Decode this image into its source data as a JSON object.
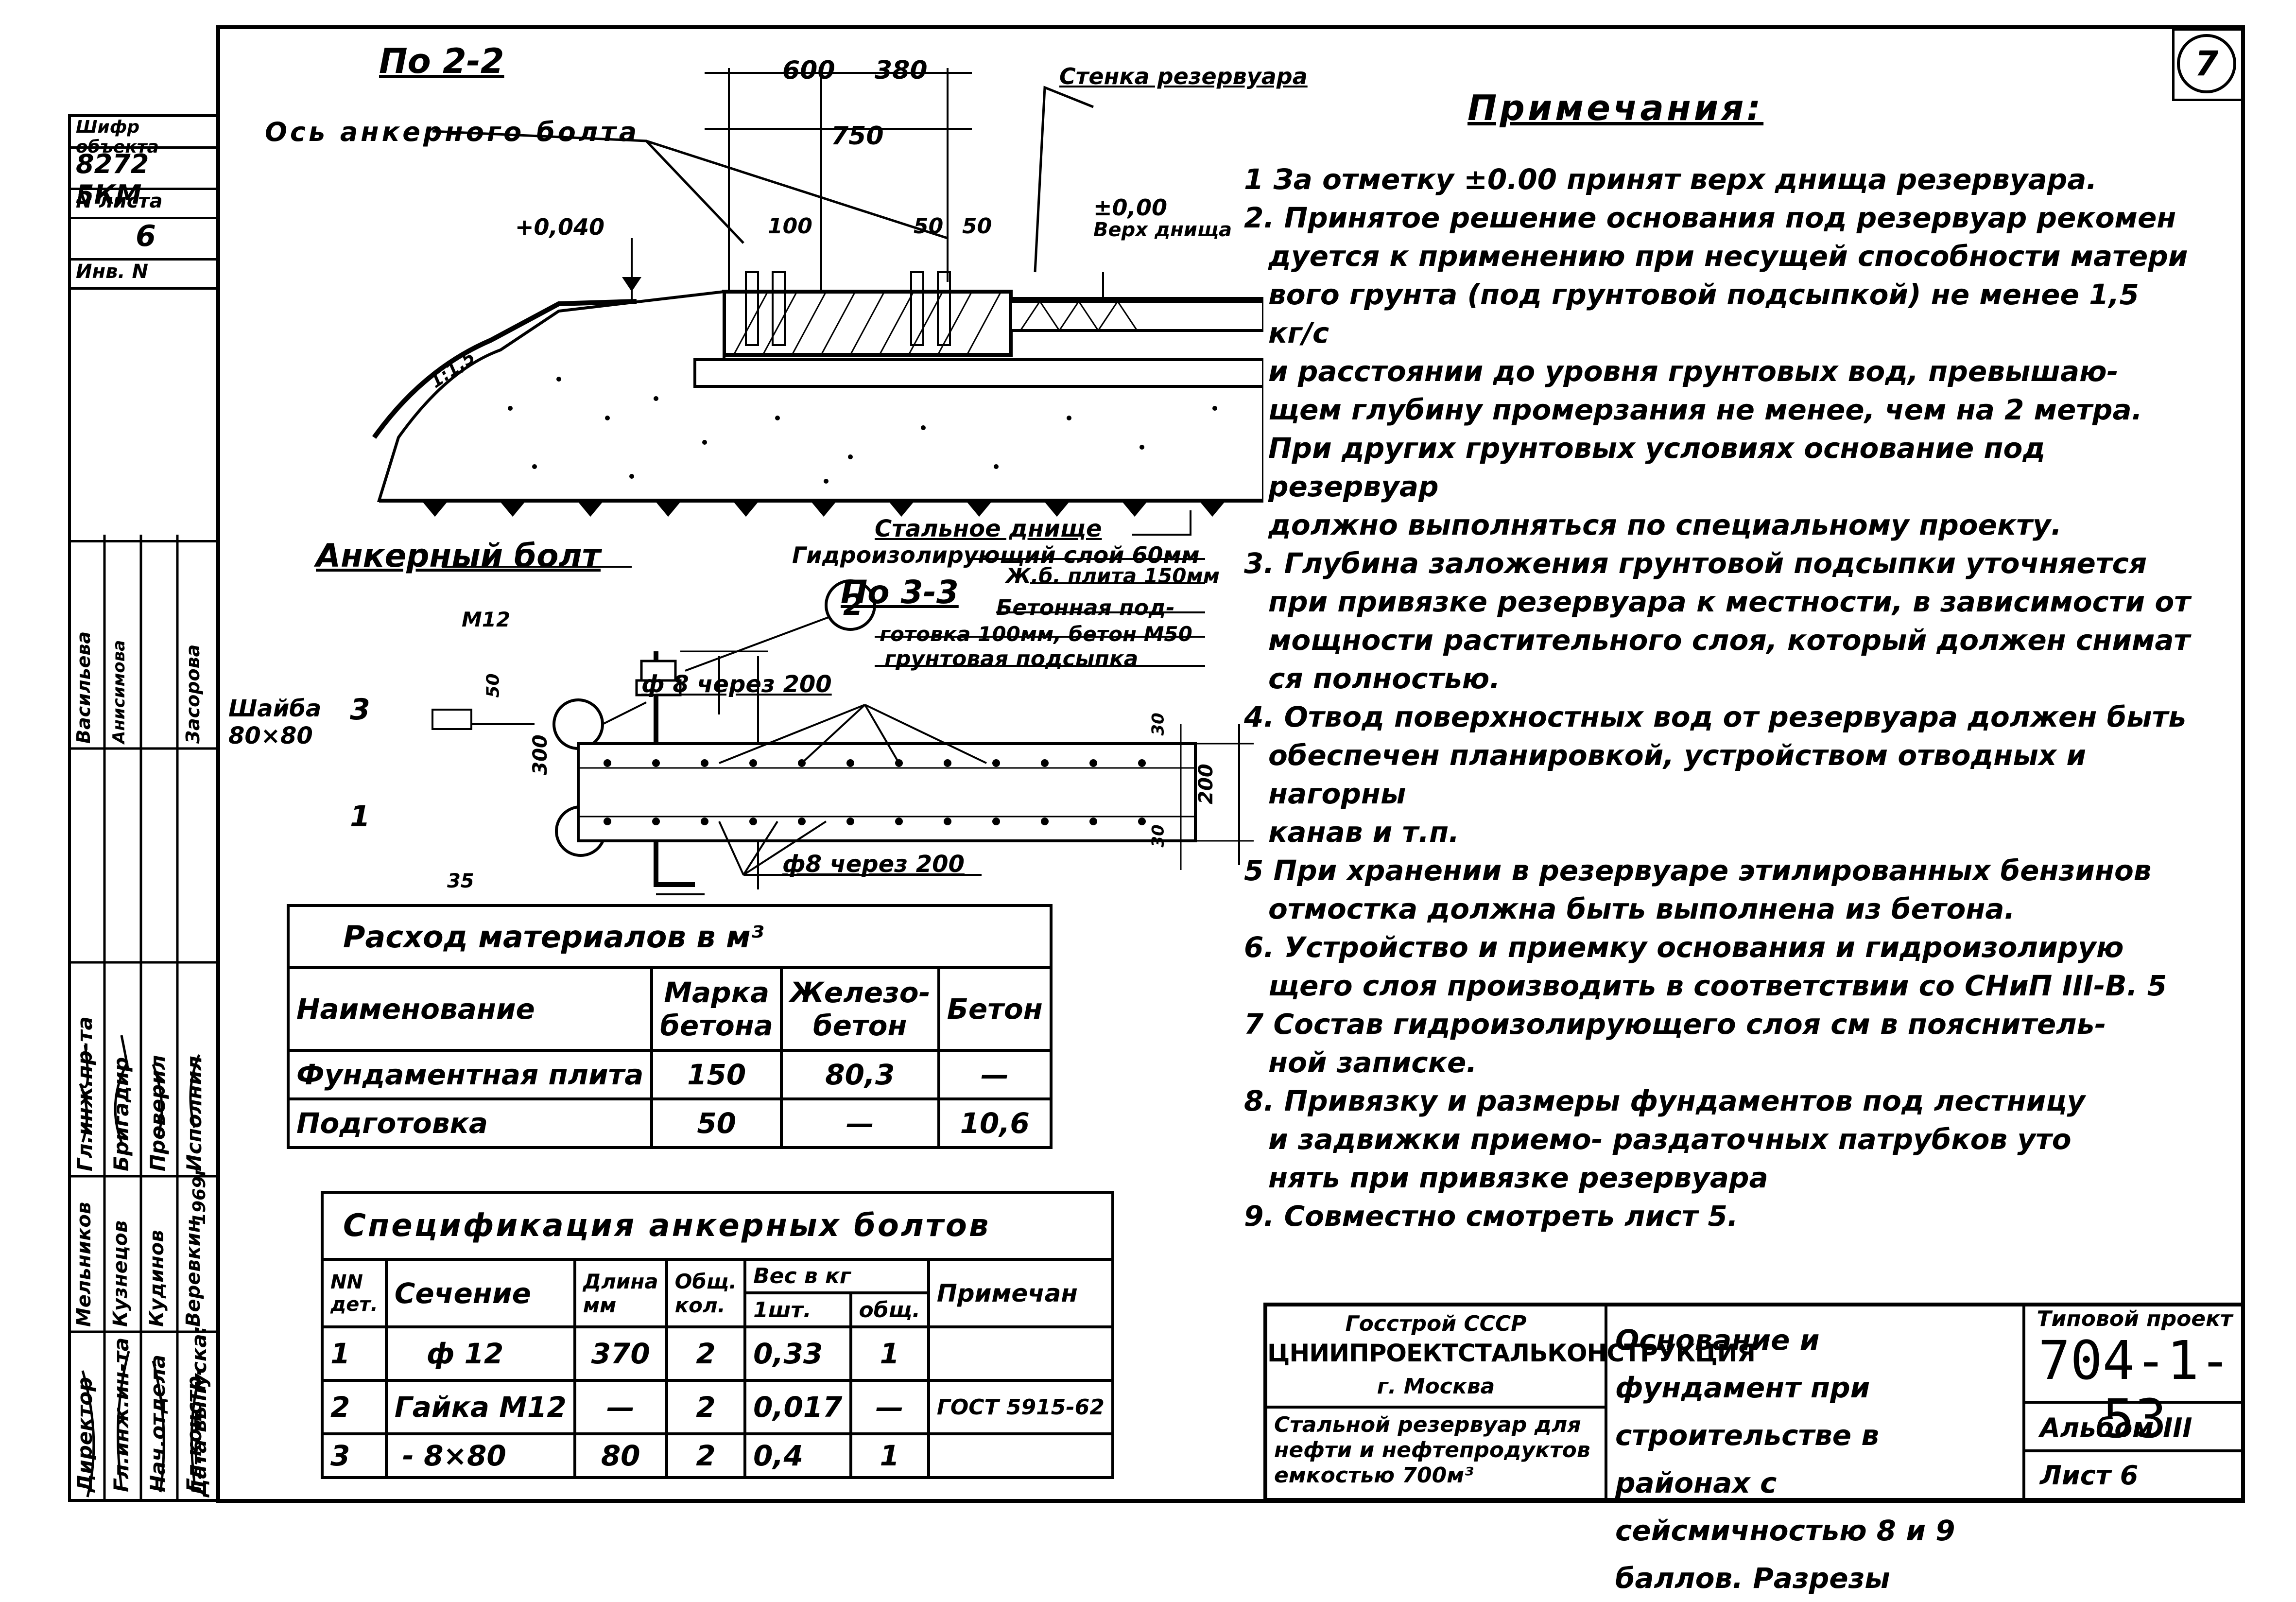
{
  "sheet_number": "7",
  "left_strip": {
    "object_code_label": "Шифр объекта",
    "object_code": "8272 5КМ",
    "sheet_no_label": "N листа",
    "sheet_no": "6",
    "inv_label": "Инв. N",
    "roles": [
      "Директор",
      "Гл.инж.ин-та",
      "Нач.отдела",
      "Гл.констр."
    ],
    "release_label": "Дата выпуска:",
    "roles2": [
      "Гл.инж.пр-та",
      "Бригадир",
      "Проверил",
      "Исполнил"
    ],
    "names": [
      "Мельников",
      "Кузнецов",
      "Кудинов",
      "Веревкин"
    ],
    "names2": [
      "Васильева",
      "Анисимова",
      "Засорова"
    ],
    "year": "1969г"
  },
  "drawing": {
    "section_2_2": "По 2-2",
    "anchor_axis": "Ось анкерного болта",
    "tank_wall": "Стенка резервуара",
    "dim_600": "600",
    "dim_380": "380",
    "dim_750": "750",
    "dim_100": "100",
    "dim_50a": "50",
    "dim_50b": "50",
    "mark_0040": "+0,040",
    "mark_000": "±0,00",
    "bottom_top": "Верх днища",
    "slope": "1:1,5",
    "tank_bottom": "Стальное днище",
    "waterproof_layer": "Гидроизолирующий слой 60мм",
    "rc_slab": "Ж.б. плита 150мм",
    "section_3_3": "По 3-3",
    "concrete_prep": "Бетонная под-",
    "concrete_prep2": "готовка 100мм, бетон М50",
    "soil_fill": "грунтовая подсыпка",
    "anchor_bolt": "Анкерный болт",
    "m12": "М12",
    "washer": "Шайба 80×80",
    "dim_300": "300",
    "dim_50c": "50",
    "dim_35": "35",
    "callout_1": "1",
    "callout_2": "2",
    "callout_3": "3",
    "rebar_top": "ф 8 через 200",
    "rebar_bottom": "ф8 через 200",
    "dim_200": "200",
    "dim_30a": "30",
    "dim_30b": "30"
  },
  "notes_title": "Примечания:",
  "notes": [
    "1 За отметку ±0.00 принят верх днища резервуара.",
    "2. Принятое решение основания под резервуар рекомен",
    "дуется к применению при несущей способности матери",
    "вого грунта (под грунтовой подсыпкой) не менее 1,5 кг/с",
    "и расстоянии до уровня грунтовых вод, превышаю-",
    "щем глубину промерзания не менее, чем на 2 метра.",
    "При других грунтовых условиях основание под резервуар",
    "должно выполняться по специальному проекту.",
    "3. Глубина заложения грунтовой подсыпки уточняется",
    "при привязке резервуара к местности, в зависимости от",
    "мощности растительного слоя, который должен снимат",
    "ся полностью.",
    "4. Отвод поверхностных вод от резервуара должен быть",
    "обеспечен планировкой, устройством отводных и нагорны",
    "канав и т.п.",
    "5 При хранении в резервуаре этилированных бензинов",
    "отмостка должна быть выполнена из бетона.",
    "6. Устройство и приемку основания и гидроизолирую",
    "щего слоя производить в соответствии со СНиП III-В. 5",
    "7 Состав гидроизолирующего слоя см в пояснитель-",
    "ной записке.",
    "8. Привязку и размеры фундаментов под лестницу",
    "и задвижки приемо- раздаточных патрубков уто",
    "нять при привязке резервуара",
    "9. Совместно смотреть лист 5."
  ],
  "materials_table": {
    "title": "Расход материалов в м³",
    "headers": [
      "Наименование",
      "Марка бетона",
      "Железо- бетон",
      "Бетон"
    ],
    "rows": [
      [
        "Фундаментная плита",
        "150",
        "80,3",
        "—"
      ],
      [
        "Подготовка",
        "50",
        "—",
        "10,6"
      ]
    ]
  },
  "bolts_table": {
    "title": "Спецификация анкерных болтов",
    "headers": [
      "NN дет.",
      "Сечение",
      "Длина мм",
      "Общ. кол.",
      "Вес в кг",
      "Примечан"
    ],
    "weight_sub": [
      "1шт.",
      "общ."
    ],
    "rows": [
      [
        "1",
        "ф 12",
        "370",
        "2",
        "0,33",
        "1",
        ""
      ],
      [
        "2",
        "Гайка М12",
        "—",
        "2",
        "0,017",
        "—",
        "ГОСТ 5915-62"
      ],
      [
        "3",
        "- 8×80",
        "80",
        "2",
        "0,4",
        "1",
        ""
      ]
    ]
  },
  "stamp": {
    "org1": "Госстрой СССР",
    "org2": "ЦНИИПРОЕКТСТАЛЬКОНСТРУКЦИЯ",
    "city": "г. Москва",
    "subject": "Стальной резервуар для нефти и нефтепродуктов емкостью 700м³",
    "title": "Основание и фундамент при строительстве в районах с сейсмичностью 8 и 9 баллов. Разрезы",
    "typical_label": "Типовой проект",
    "project_no": "704-1-53",
    "album": "Альбом III",
    "sheet": "Лист 6"
  }
}
